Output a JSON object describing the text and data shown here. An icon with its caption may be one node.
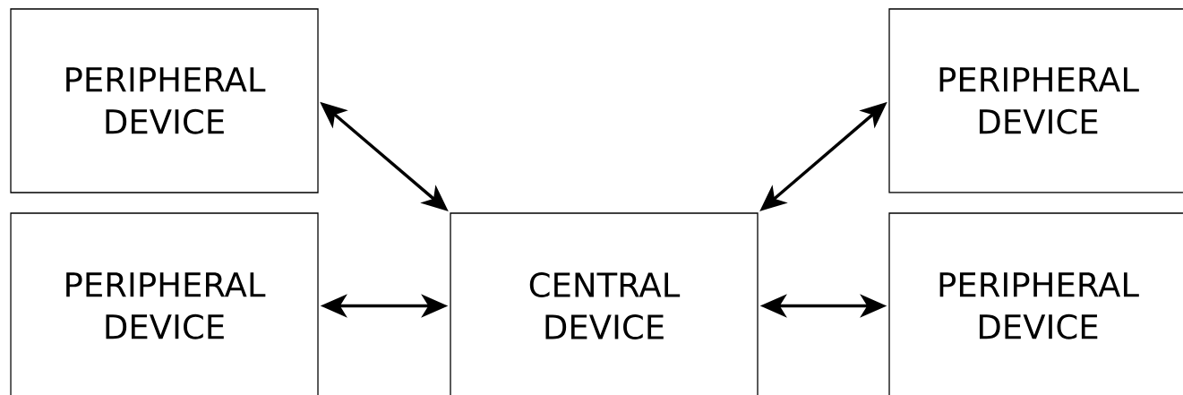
{
  "diagram": {
    "nodes": [
      {
        "text": [
          "PERIPHERAL DEVICE"
        ]
      },
      {
        "text": [
          "PERIPHERAL DEVICE"
        ]
      },
      {
        "text": [
          "PERIPHERAL DEVICE"
        ]
      },
      {
        "text": [
          "CENTRAL DEVICE"
        ]
      },
      {
        "text": [
          "PERIPHERAL DEVICE"
        ]
      }
    ],
    "edges": [
      {
        "from": 0,
        "to": 3,
        "arrow": "both"
      },
      {
        "from": 3,
        "to": 1,
        "arrow": "both"
      },
      {
        "from": 2,
        "to": 3,
        "arrow": "both"
      },
      {
        "from": 3,
        "to": 4,
        "arrow": "both"
      }
    ]
  }
}
